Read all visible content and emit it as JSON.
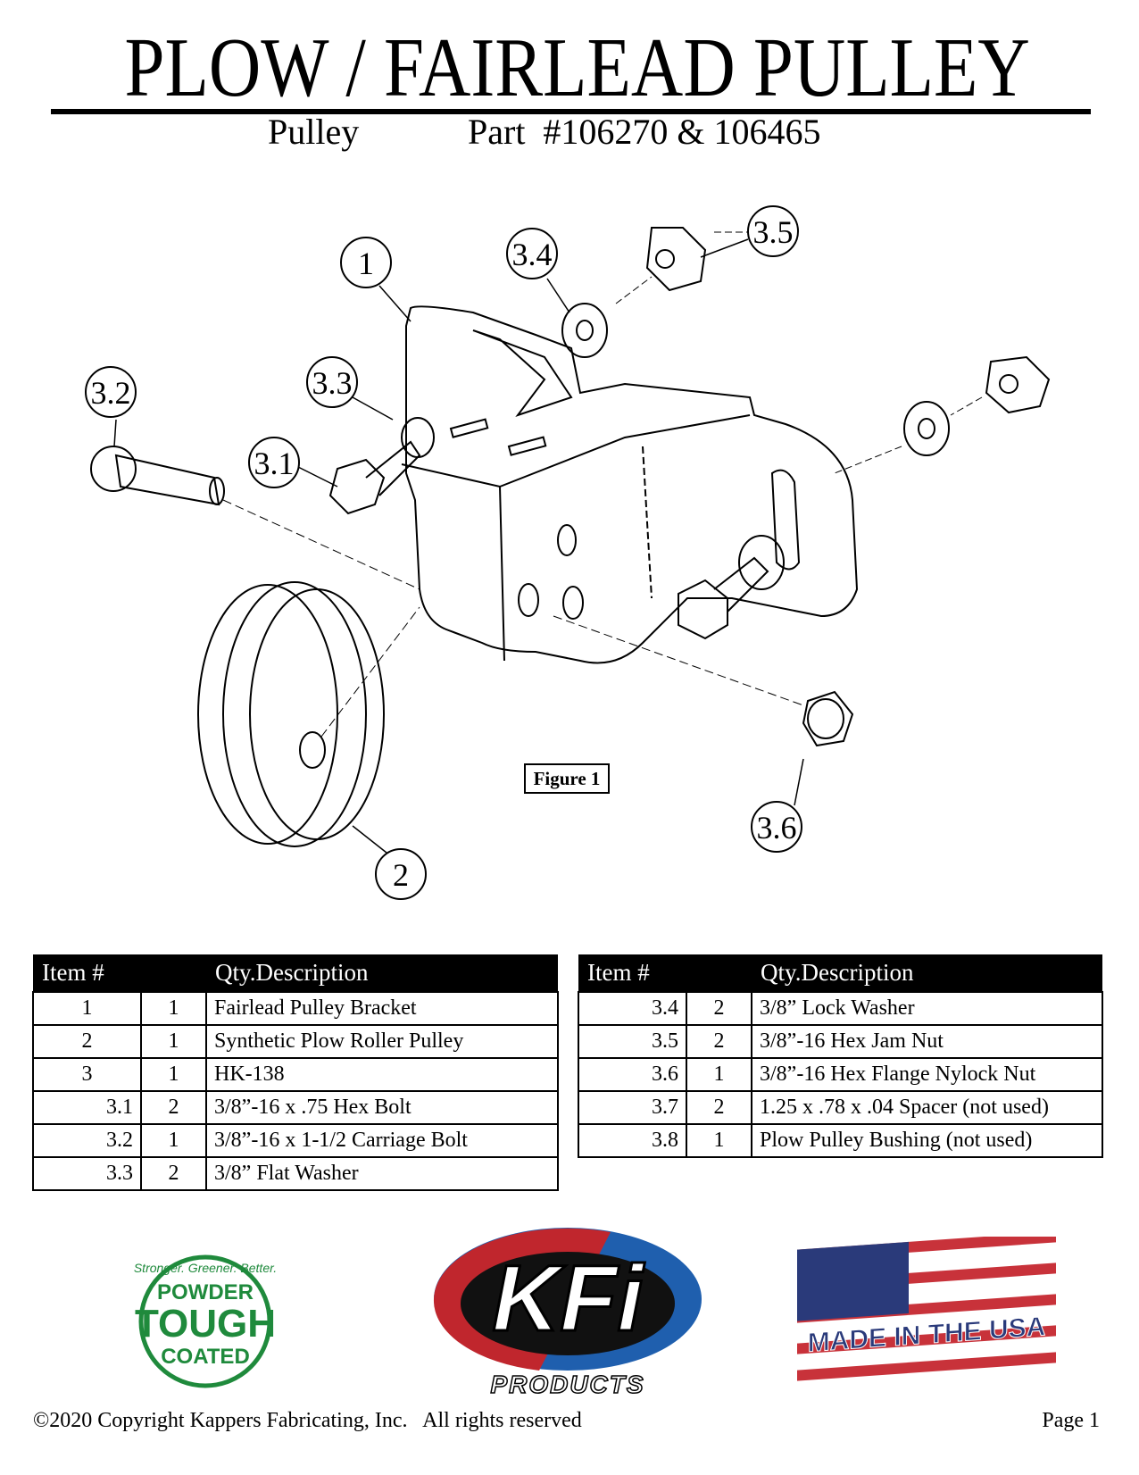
{
  "header": {
    "title": "PLOW / FAIRLEAD PULLEY",
    "subtitle_left": "Pulley",
    "subtitle_right": "Part  #106270 & 106465"
  },
  "figure": {
    "label": "Figure 1",
    "callouts": [
      "1",
      "3.4",
      "3.5",
      "3.3",
      "3.2",
      "3.1",
      "2",
      "3.6"
    ]
  },
  "tables": [
    {
      "headers": [
        "Item #",
        "Qty.Description"
      ],
      "rows": [
        {
          "item": "1",
          "qty": "1",
          "desc": "Fairlead Pulley Bracket"
        },
        {
          "item": "2",
          "qty": "1",
          "desc": "Synthetic Plow Roller Pulley"
        },
        {
          "item": "3",
          "qty": "1",
          "desc": "HK-138"
        },
        {
          "item": "3.1",
          "qty": "2",
          "desc": "3/8”-16 x .75 Hex Bolt"
        },
        {
          "item": "3.2",
          "qty": "1",
          "desc": "3/8”-16 x 1-1/2 Carriage Bolt"
        },
        {
          "item": "3.3",
          "qty": "2",
          "desc": "3/8” Flat Washer"
        }
      ]
    },
    {
      "headers": [
        "Item #",
        "Qty.Description"
      ],
      "rows": [
        {
          "item": "3.4",
          "qty": "2",
          "desc": "3/8” Lock Washer"
        },
        {
          "item": "3.5",
          "qty": "2",
          "desc": "3/8”-16 Hex Jam Nut"
        },
        {
          "item": "3.6",
          "qty": "1",
          "desc": "3/8”-16 Hex Flange Nylock Nut"
        },
        {
          "item": "3.7",
          "qty": "2",
          "desc": "1.25 x .78 x .04 Spacer (not used)"
        },
        {
          "item": "3.8",
          "qty": "1",
          "desc": "Plow Pulley Bushing (not used)"
        }
      ]
    }
  ],
  "logos": {
    "powder": {
      "arc": "Stronger. Greener. Better.",
      "top": "POWDER",
      "middle": "TOUGH",
      "bottom": "COATED"
    },
    "kfi": {
      "mark": "KFi",
      "sub": "PRODUCTS"
    },
    "flag": {
      "text": "MADE IN THE USA"
    }
  },
  "footer": {
    "copyright": "©2020 Copyright Kappers Fabricating, Inc.   All rights reserved",
    "page": "Page 1"
  },
  "colors": {
    "green": "#1f8a3c",
    "kfi_red": "#c0262d",
    "kfi_blue": "#1f5fae",
    "flag_red": "#c8323a",
    "flag_blue": "#2a3a7a"
  }
}
